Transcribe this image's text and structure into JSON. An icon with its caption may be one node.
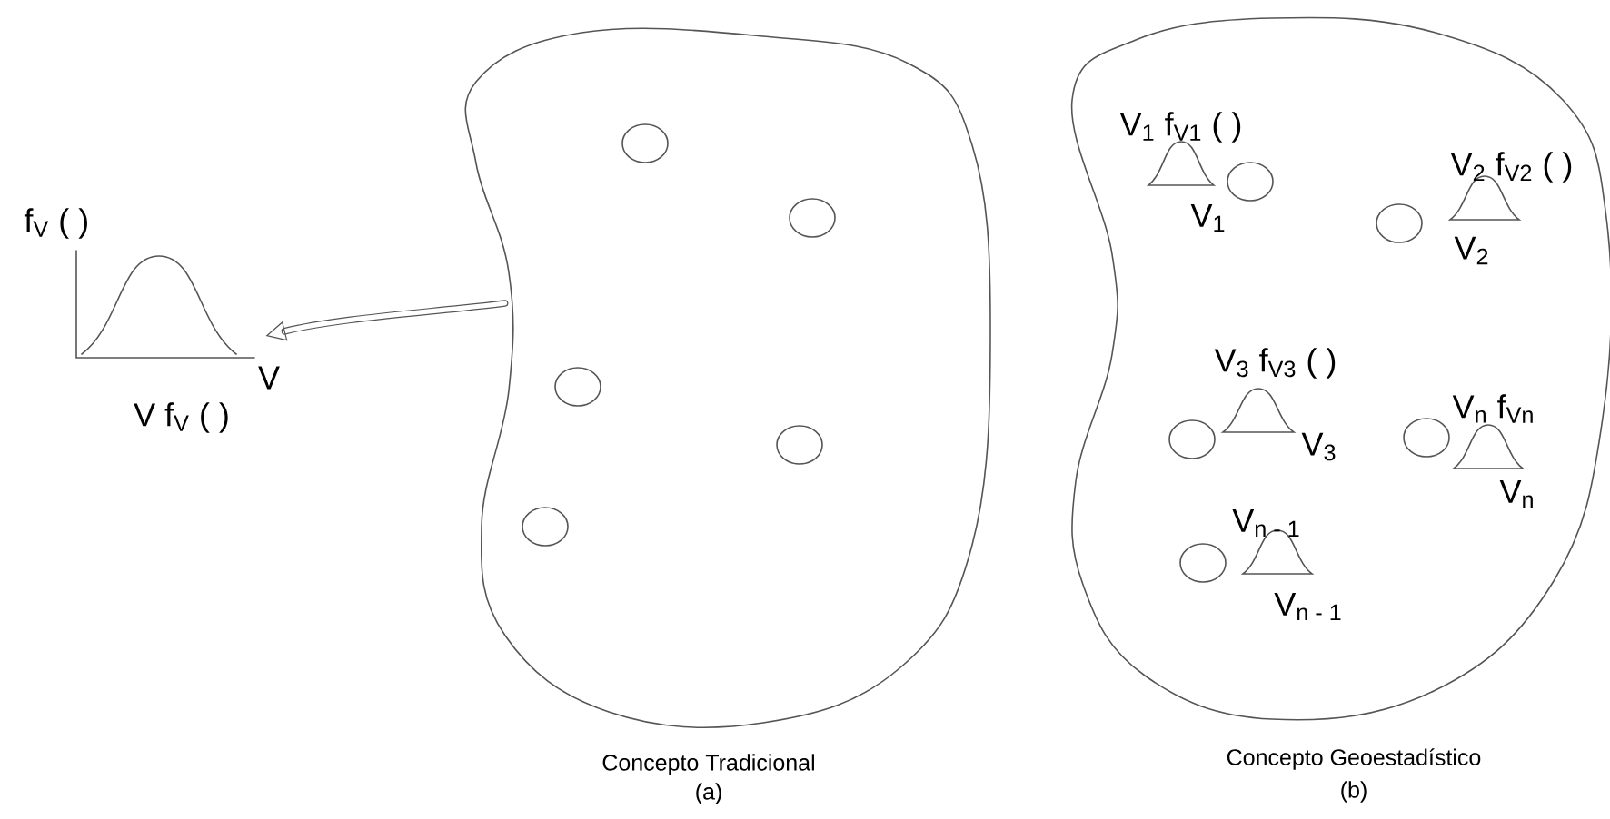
{
  "diagram": {
    "nodes": [
      {
        "text": [],
        "shape": "cloud"
      },
      {
        "text": [],
        "shape": "circle",
        "in": 0
      },
      {
        "text": [],
        "shape": "circle",
        "in": 0
      },
      {
        "text": [],
        "shape": "circle",
        "in": 0
      },
      {
        "text": [],
        "shape": "circle",
        "in": 0
      },
      {
        "text": [],
        "shape": "circle",
        "in": 0
      },
      {
        "text": [],
        "shape": "picture"
      },
      {
        "text": [],
        "shape": "cloud"
      },
      {
        "text": [],
        "shape": "circle",
        "in": 7
      },
      {
        "text": [],
        "shape": "circle",
        "in": 7
      },
      {
        "text": [],
        "shape": "circle",
        "in": 7
      },
      {
        "text": [],
        "shape": "circle",
        "in": 7
      },
      {
        "text": [],
        "shape": "circle",
        "in": 7
      }
    ],
    "edges": [
      {
        "from": 0,
        "to": 6,
        "arrow": "to"
      }
    ],
    "labels": [
      "f$_{V}$ ( )",
      "V",
      "V f$_{V}$ ( )",
      "V$_{1}$ f$_{V1}$ ( )",
      "V$_{1}$",
      "V$_{2}$ f$_{V2}$ ( )",
      "V$_{2}$",
      "V$_{3}$ f$_{V3}$ ( )",
      "V$_{3}$",
      "V$_{n}$ f$_{Vn}$",
      "V$_{n}$",
      "V$_{n - 1}$",
      "V$_{n - 1}$",
      "Concepto Tradicional",
      "(a)",
      "Concepto Geoestadístico",
      "(b)"
    ]
  }
}
